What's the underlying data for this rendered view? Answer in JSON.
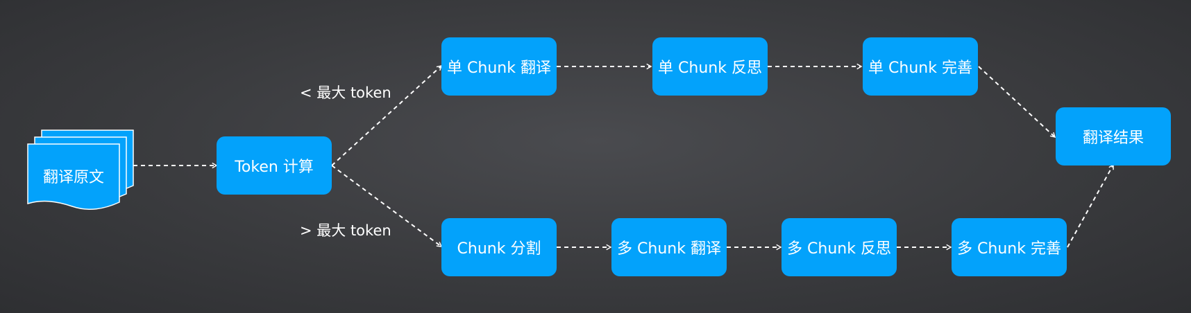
{
  "colors": {
    "node_fill": "#03a2fb",
    "text": "#ffffff",
    "connector": "#ffffff"
  },
  "source": {
    "label": "翻译原文",
    "icon": "stacked-documents-icon"
  },
  "token_node": {
    "label": "Token 计算"
  },
  "branches": {
    "small": {
      "condition": "< 最大 token",
      "steps": [
        "单 Chunk 翻译",
        "单 Chunk 反思",
        "单 Chunk 完善"
      ]
    },
    "large": {
      "condition": "> 最大 token",
      "steps": [
        "Chunk 分割",
        "多 Chunk 翻译",
        "多 Chunk 反思",
        "多 Chunk 完善"
      ]
    }
  },
  "result": {
    "label": "翻译结果"
  }
}
